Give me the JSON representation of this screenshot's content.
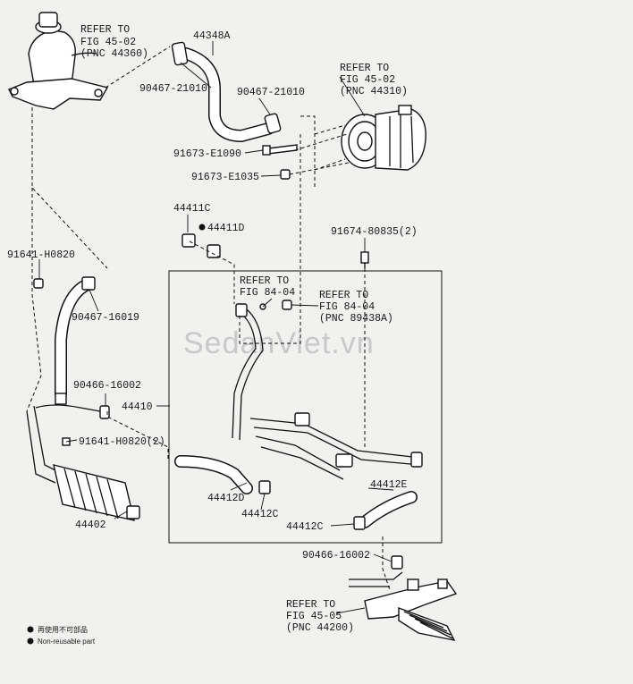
{
  "watermark": "SedanViet.vn",
  "labels": {
    "p44348A": "44348A",
    "p90467_21010_a": "90467-21010",
    "p90467_21010_b": "90467-21010",
    "p91673_E1090": "91673-E1090",
    "p91673_E1035": "91673-E1035",
    "p44411C": "44411C",
    "p44411D": "44411D",
    "p91674_80835": "91674-80835(2)",
    "p91641_H0820": "91641-H0820",
    "p90467_16019": "90467-16019",
    "p90466_16002_a": "90466-16002",
    "p44410": "44410",
    "p91641_H0820_2": "91641-H0820(2)",
    "p44402": "44402",
    "p44412D": "44412D",
    "p44412C_a": "44412C",
    "p44412C_b": "44412C",
    "p44412E": "44412E",
    "p90466_16002_b": "90466-16002"
  },
  "refs": {
    "ref1": [
      "REFER TO",
      "FIG 45-02",
      "(PNC 44360)"
    ],
    "ref2": [
      "REFER TO",
      "FIG 45-02",
      "(PNC 44310)"
    ],
    "ref3": [
      "REFER TO",
      "FIG 84-04"
    ],
    "ref4": [
      "REFER TO",
      "FIG 84-04",
      "(PNC 89438A)"
    ],
    "ref5": [
      "REFER TO",
      "FIG 45-05",
      "(PNC 44200)"
    ]
  },
  "legend": {
    "line1": "再使用不可部品",
    "line2": "Non-reusable part"
  }
}
